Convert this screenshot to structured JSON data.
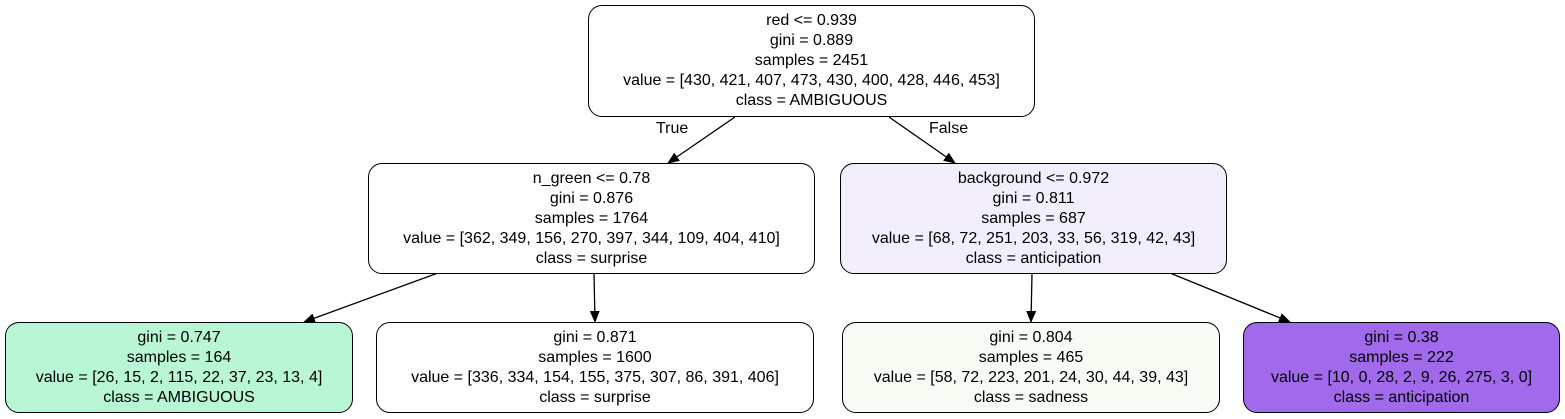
{
  "colors": {
    "root": "#fdfdfd",
    "left": "#fdfdfd",
    "right": "#f2eefc",
    "left_left": "#b9f6d5",
    "left_right": "#fdfdfd",
    "right_left": "#f6fcf4",
    "right_right": "#a06aea"
  },
  "edges": {
    "true_label": "True",
    "false_label": "False"
  },
  "nodes": {
    "root": {
      "split": "red <= 0.939",
      "gini": "gini = 0.889",
      "samples": "samples = 2451",
      "value": "value = [430, 421, 407, 473, 430, 400, 428, 446, 453]",
      "class": "class = AMBIGUOUS"
    },
    "left": {
      "split": "n_green <= 0.78",
      "gini": "gini = 0.876",
      "samples": "samples = 1764",
      "value": "value = [362, 349, 156, 270, 397, 344, 109, 404, 410]",
      "class": "class = surprise"
    },
    "right": {
      "split": "background <= 0.972",
      "gini": "gini = 0.811",
      "samples": "samples = 687",
      "value": "value = [68, 72, 251, 203, 33, 56, 319, 42, 43]",
      "class": "class = anticipation"
    },
    "left_left": {
      "gini": "gini = 0.747",
      "samples": "samples = 164",
      "value": "value = [26, 15, 2, 115, 22, 37, 23, 13, 4]",
      "class": "class = AMBIGUOUS"
    },
    "left_right": {
      "gini": "gini = 0.871",
      "samples": "samples = 1600",
      "value": "value = [336, 334, 154, 155, 375, 307, 86, 391, 406]",
      "class": "class = surprise"
    },
    "right_left": {
      "gini": "gini = 0.804",
      "samples": "samples = 465",
      "value": "value = [58, 72, 223, 201, 24, 30, 44, 39, 43]",
      "class": "class = sadness"
    },
    "right_right": {
      "gini": "gini = 0.38",
      "samples": "samples = 222",
      "value": "value = [10, 0, 28, 2, 9, 26, 275, 3, 0]",
      "class": "class = anticipation"
    }
  }
}
